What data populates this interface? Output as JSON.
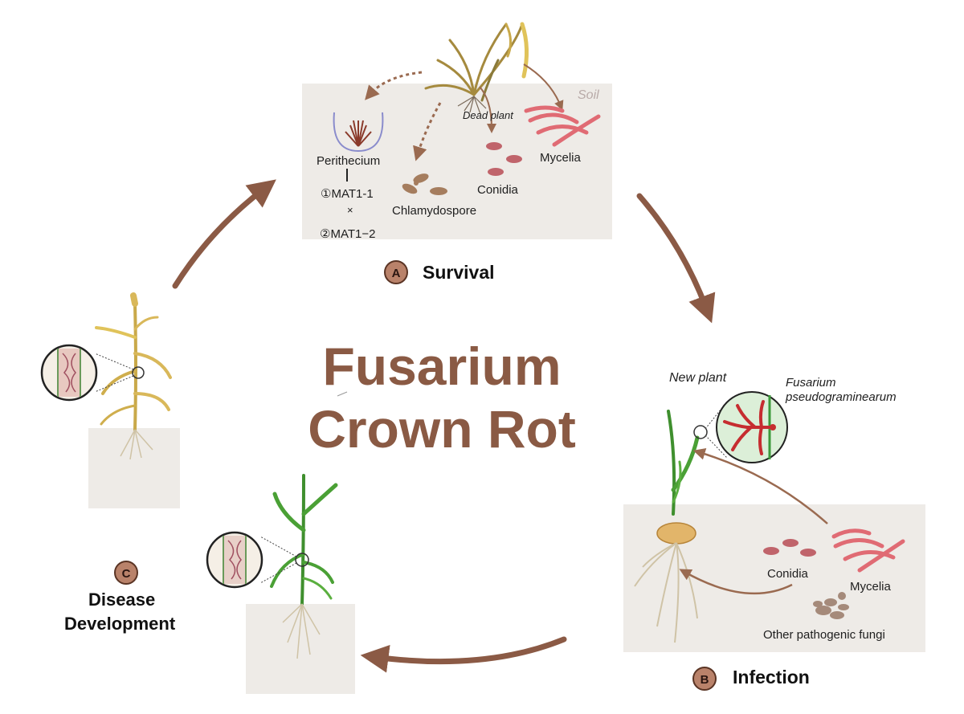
{
  "title": {
    "line1": "Fusarium",
    "line2": "Crown Rot"
  },
  "colors": {
    "accent_brown": "#8a5a44",
    "arrow_brown": "#8b5a45",
    "soil_bg": "#eeebe7",
    "mycelia_pink": "#e06b74",
    "conidia": "#c0646b",
    "plant_green": "#3f8f2e",
    "dry_plant": "#c9a94a"
  },
  "stages": {
    "survival": {
      "badge": "A",
      "label": "Survival",
      "soil": "Soil",
      "dead_plant": "Dead plant",
      "perithecium": "Perithecium",
      "mat1": "①MAT1-1",
      "cross": "×",
      "mat2": "②MAT1−2",
      "chlamydospore": "Chlamydospore",
      "conidia": "Conidia",
      "mycelia": "Mycelia"
    },
    "infection": {
      "badge": "B",
      "label": "Infection",
      "new_plant": "New plant",
      "pathogen_line1": "Fusarium",
      "pathogen_line2": "pseudograminearum",
      "conidia": "Conidia",
      "mycelia": "Mycelia",
      "other_fungi": "Other pathogenic fungi"
    },
    "disease": {
      "badge": "C",
      "label_line1": "Disease",
      "label_line2": "Development"
    }
  }
}
